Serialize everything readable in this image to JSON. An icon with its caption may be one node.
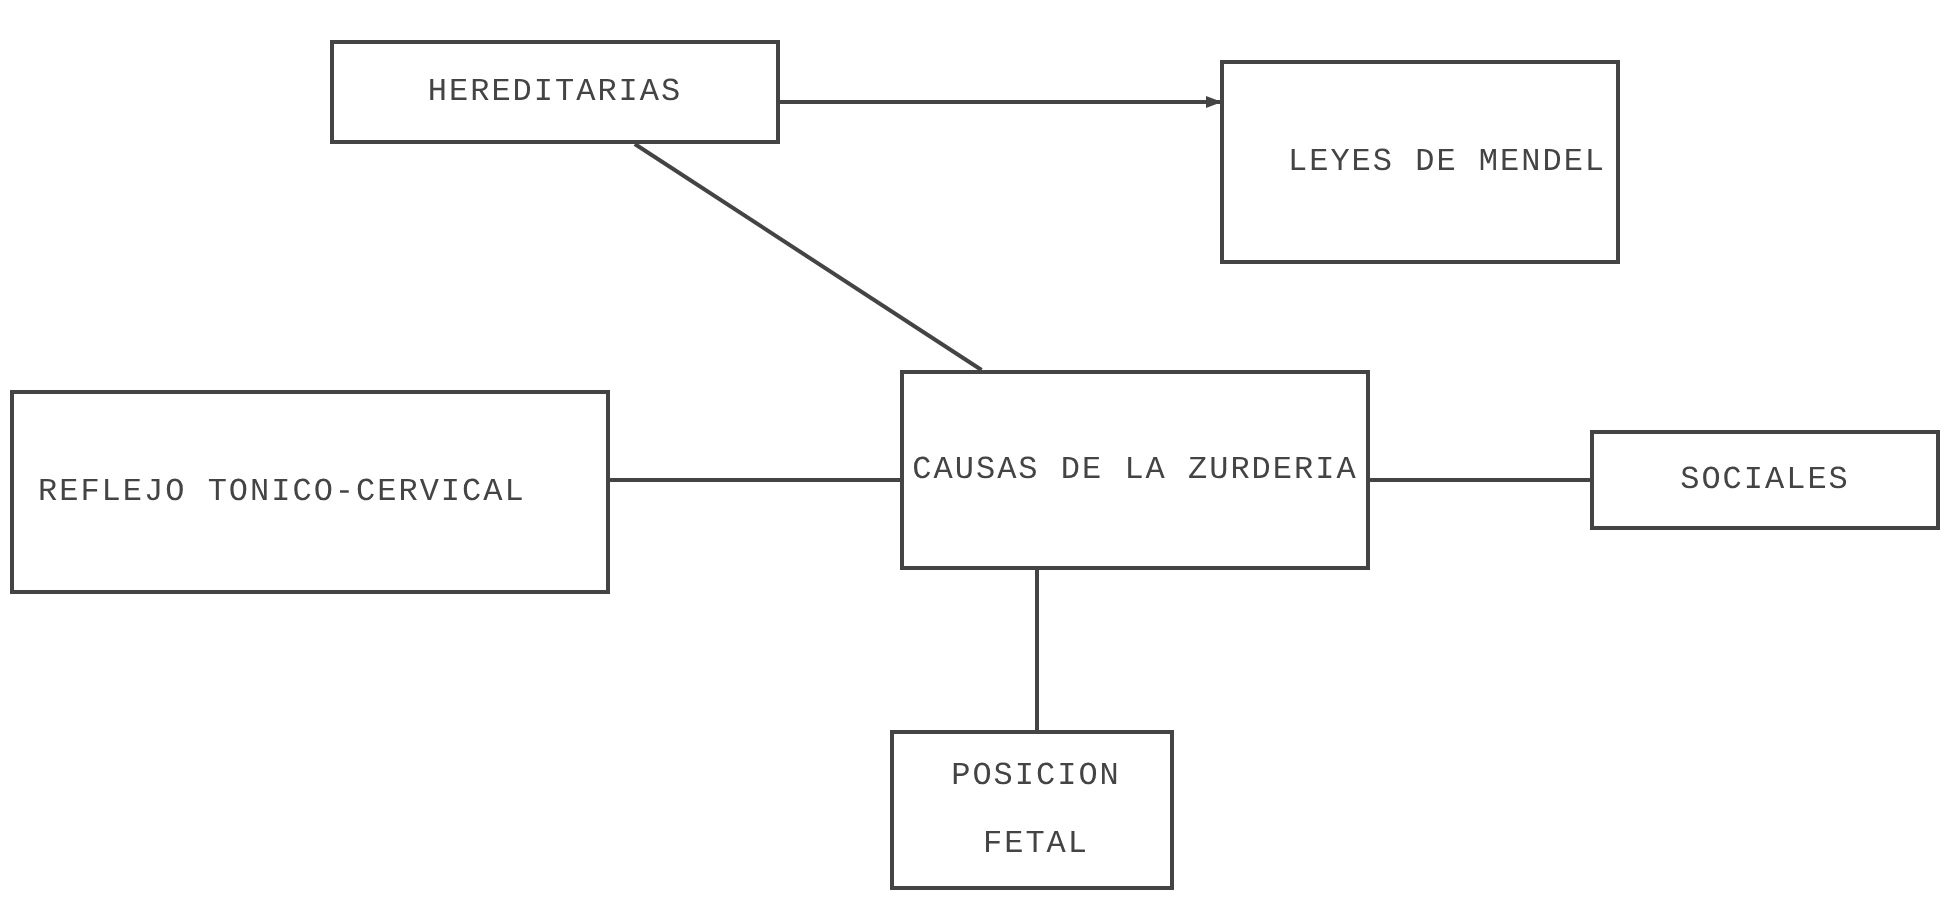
{
  "diagram": {
    "nodes": [
      {
        "text": [
          "HEREDITARIAS"
        ]
      },
      {
        "text": [
          "LEYES DE MENDEL"
        ]
      },
      {
        "text": [
          "REFLEJO TONICO-CERVICAL"
        ]
      },
      {
        "text": [
          "CAUSAS DE LA ZURDERIA"
        ]
      },
      {
        "text": [
          "SOCIALES"
        ]
      },
      {
        "text": [
          "POSICION FETAL"
        ]
      }
    ],
    "edges": [
      {
        "from": 0,
        "to": 1,
        "arrow": "to"
      },
      {
        "from": 0,
        "to": 3,
        "arrow": "none"
      },
      {
        "from": 2,
        "to": 3,
        "arrow": "none"
      },
      {
        "from": 3,
        "to": 4,
        "arrow": "none"
      },
      {
        "from": 3,
        "to": 5,
        "arrow": "none"
      }
    ]
  }
}
